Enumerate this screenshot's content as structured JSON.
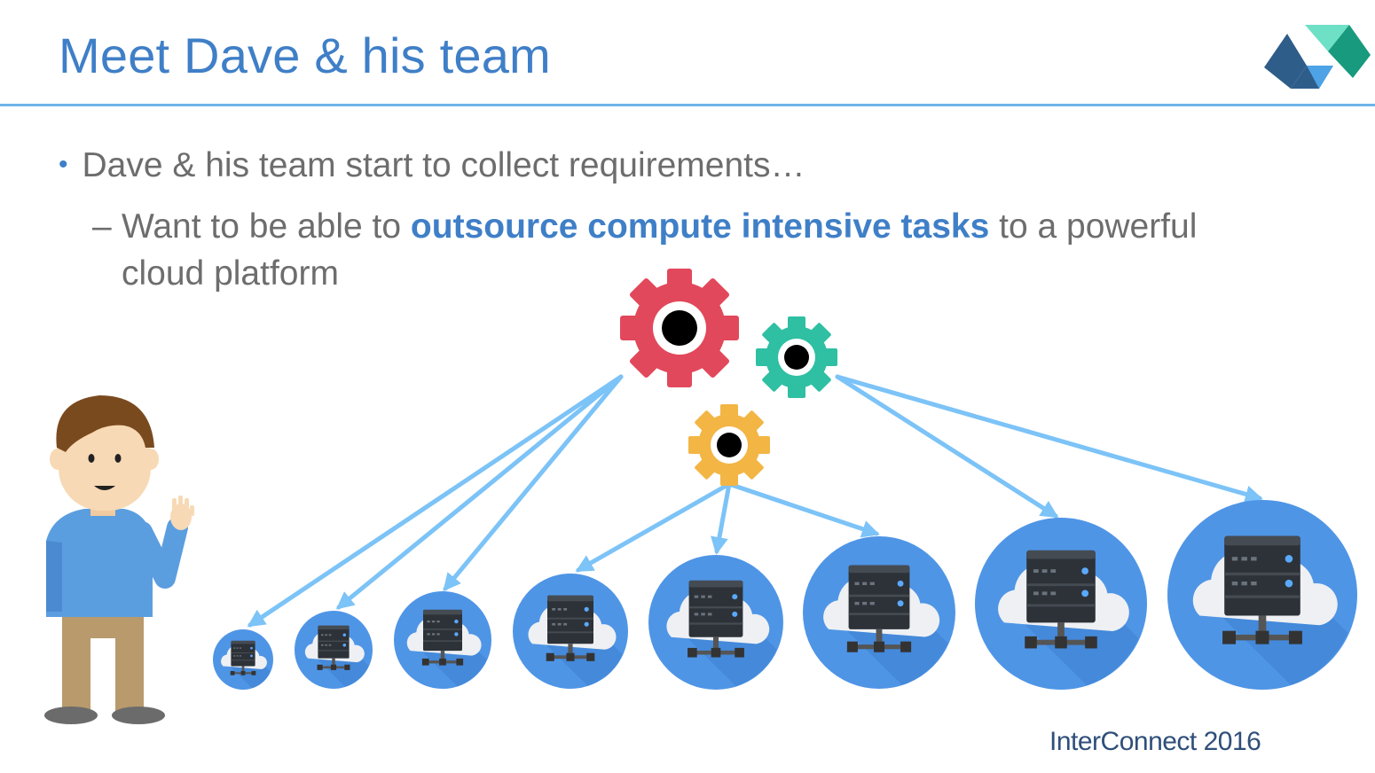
{
  "slide": {
    "title": "Meet Dave & his team",
    "bullet_1": "Dave & his team start to collect requirements…",
    "bullet_2_dash": "–",
    "bullet_2_before": "Want to be able to ",
    "bullet_2_emphasis": "outsource compute intensive tasks",
    "bullet_2_after": " to a powerful cloud platform",
    "footer": "InterConnect 2016"
  },
  "colors": {
    "title_blue": "#3f7fc7",
    "rule_blue": "#6fb4ea",
    "arrow_blue": "#7cc3f7",
    "gear_red": "#e2485b",
    "gear_teal": "#2fbfa3",
    "gear_yellow": "#f3b544",
    "cloud_circle": "#4f95e6",
    "footer_text": "#2f4f7a"
  },
  "icons": {
    "gears": [
      "gear-icon",
      "gear-icon",
      "gear-icon"
    ],
    "servers": "cloud-server-icon",
    "person": "person-waving-icon",
    "logo": "brand-logo-icon"
  }
}
